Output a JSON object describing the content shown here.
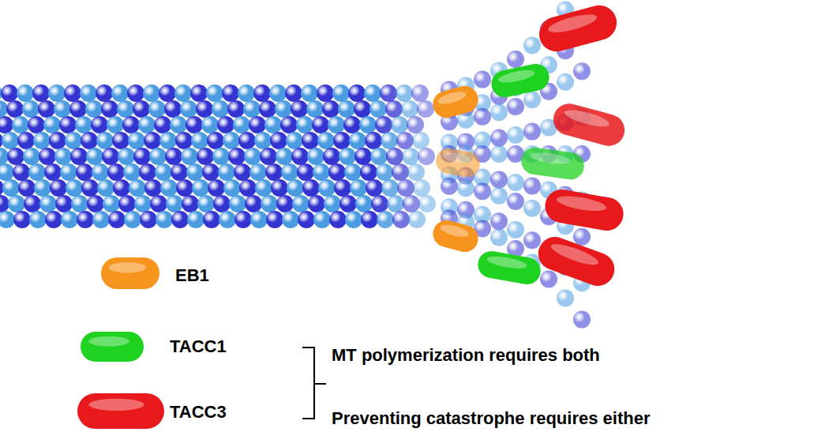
{
  "diagram": {
    "labels": [
      "MT polymerization requires both",
      "Preventing catastrophe requires either"
    ],
    "legend": [
      {
        "text": "EB1",
        "color": "#f7941d"
      },
      {
        "text": "TACC1",
        "color": "#1fd21f"
      },
      {
        "text": "TACC3",
        "color": "#e8191c"
      }
    ]
  }
}
